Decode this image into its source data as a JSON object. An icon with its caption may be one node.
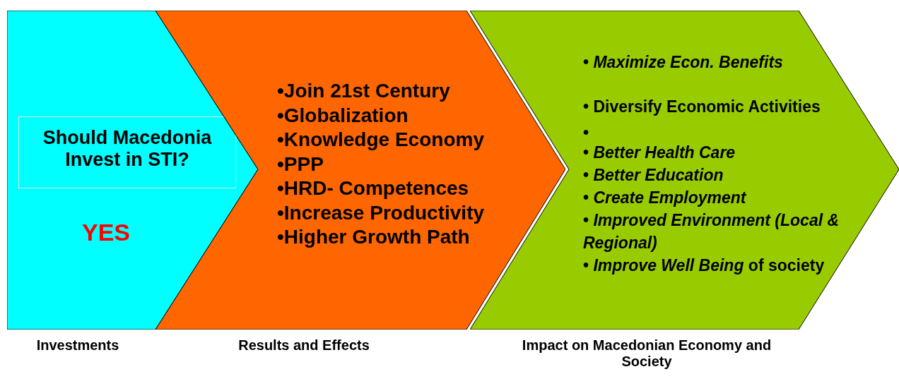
{
  "diagram": {
    "nodes": [
      {
        "text": [
          "YES"
        ],
        "beside": [
          "Investments"
        ]
      },
      {
        "text": [
          "Should  Macedonia Invest in STI?"
        ],
        "in": 0
      },
      {
        "text": [
          "•Join 21st Century",
          "•Globalization",
          "•Knowledge Economy",
          "•PPP",
          "•HRD- Competences",
          "•Increase Productivity",
          "•Higher Growth Path"
        ],
        "beside": [
          "Results and  Effects"
        ]
      },
      {
        "text": [
          "• *Maximize Econ. Benefits*",
          "• Diversify Economic Activities",
          "•",
          "• *Better Health Care*",
          "• *Better Education*",
          "• *Create Employment*",
          "• *Improved Environment (Local & Regional)*",
          "• *Improve Well Being* of society"
        ],
        "beside": [
          "Impact on Macedonian Economy and Society"
        ]
      }
    ]
  }
}
